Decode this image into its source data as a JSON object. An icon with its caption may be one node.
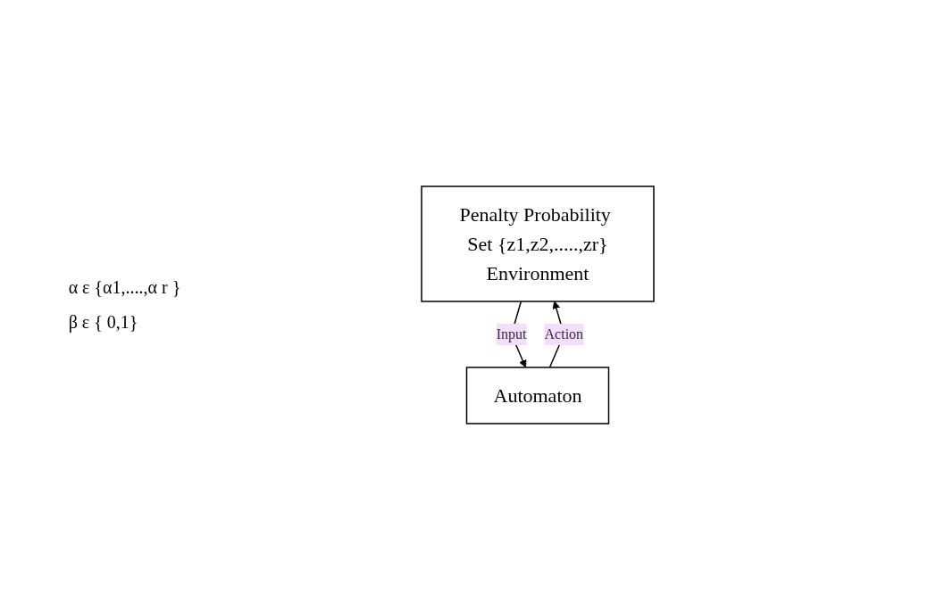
{
  "diagram": {
    "nodes": [
      {
        "text": [
          "Penalty Probability Set {z1,z2,.....,zr}",
          "Environment"
        ]
      },
      {
        "text": [
          "Automaton"
        ]
      }
    ],
    "edges": [
      {
        "from": 1,
        "to": 0,
        "arrow": "to",
        "label": "Action"
      },
      {
        "from": 0,
        "to": 1,
        "arrow": "to",
        "label": "Input"
      }
    ],
    "labels": [
      "α ε {α1,....,α r }",
      "β ε { 0,1}"
    ]
  }
}
